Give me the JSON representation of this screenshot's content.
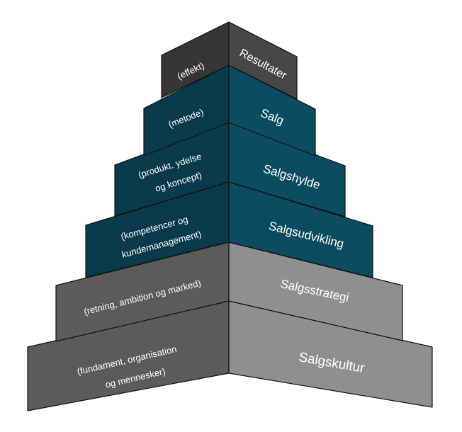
{
  "diagram": {
    "type": "stepped-pyramid",
    "colors": {
      "top_left": "#353535",
      "top_right": "#474747",
      "teal_left": "#083a4c",
      "teal_right": "#0b4c60",
      "gray_left": "#5b5b5b",
      "gray_right": "#8f8f8f",
      "outline": "#111111",
      "text": "#ffffff"
    },
    "layers": [
      {
        "name": "Resultater",
        "description": [
          "(effekt)"
        ],
        "tone": "top"
      },
      {
        "name": "Salg",
        "description": [
          "(metode)"
        ],
        "tone": "teal"
      },
      {
        "name": "Salgshylde",
        "description": [
          "(produkt. ydelse",
          "og koncept)"
        ],
        "tone": "teal"
      },
      {
        "name": "Salgsudvikling",
        "description": [
          "(kompetencer og",
          "kundemanagement)"
        ],
        "tone": "teal"
      },
      {
        "name": "Salgsstrategi",
        "description": [
          "(retning, ambition og marked)"
        ],
        "tone": "gray"
      },
      {
        "name": "Salgskultur",
        "description": [
          "(fundament, organisation",
          "og mennesker)"
        ],
        "tone": "gray"
      }
    ]
  }
}
